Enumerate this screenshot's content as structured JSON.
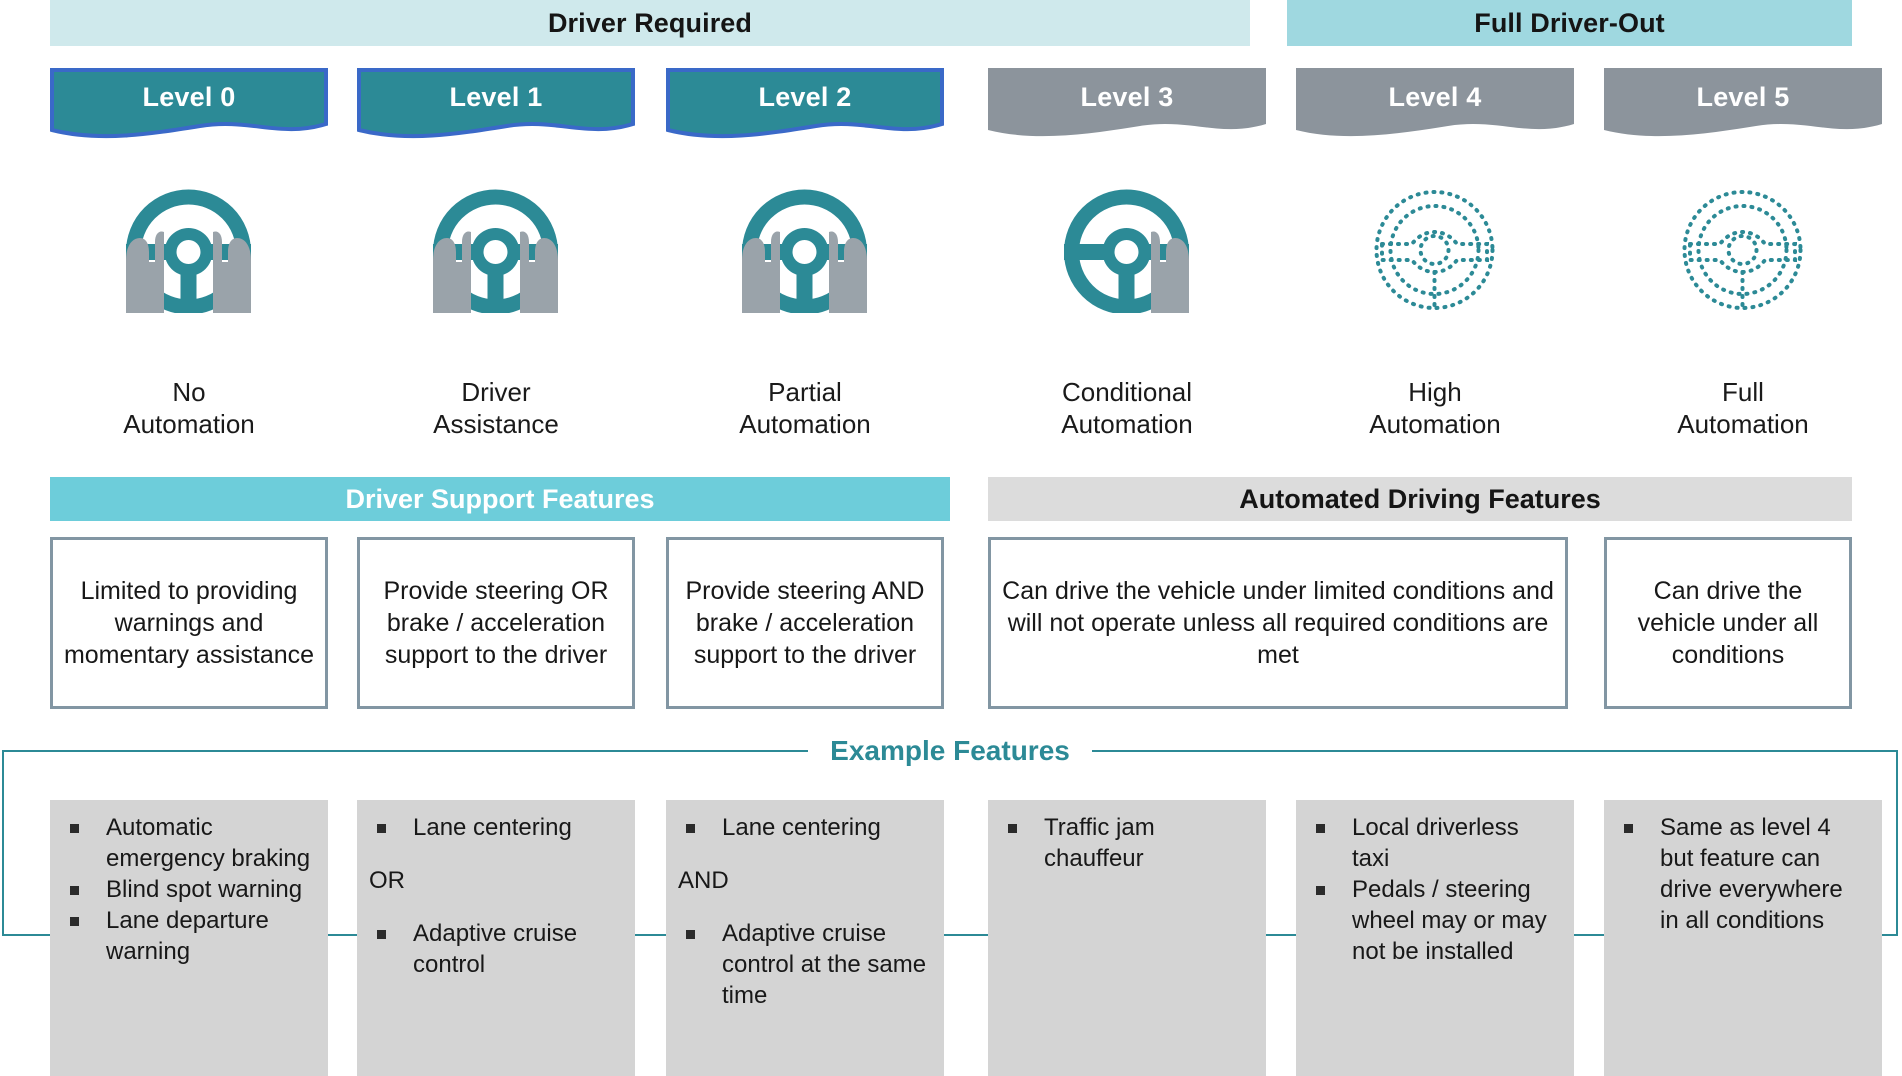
{
  "colors": {
    "teal": "#2c8a96",
    "teal_light": "#6dcdda",
    "banner_driver_required_bg": "#cfe9ec",
    "banner_full_driver_out_bg": "#9fd8e0",
    "gray_level": "#8c949c",
    "gray_box": "#d4d4d4",
    "gray_banner": "#dcdcdc",
    "box_border": "#8296a3",
    "outline_blue": "#3a69c8"
  },
  "group_banners": [
    {
      "label": "Driver Required"
    },
    {
      "label": "Full Driver-Out"
    }
  ],
  "levels": [
    {
      "banner_label": "Level 0",
      "name": "No\nAutomation",
      "name_line1": "No",
      "name_line2": "Automation",
      "icon": "steering-wheel-two-hands-icon",
      "banner_style": "teal-outlined"
    },
    {
      "banner_label": "Level 1",
      "name_line1": "Driver",
      "name_line2": "Assistance",
      "icon": "steering-wheel-two-hands-icon",
      "banner_style": "teal-outlined"
    },
    {
      "banner_label": "Level 2",
      "name_line1": "Partial",
      "name_line2": "Automation",
      "icon": "steering-wheel-two-hands-icon",
      "banner_style": "teal-outlined"
    },
    {
      "banner_label": "Level 3",
      "name_line1": "Conditional",
      "name_line2": "Automation",
      "icon": "steering-wheel-one-hand-icon",
      "banner_style": "gray"
    },
    {
      "banner_label": "Level 4",
      "name_line1": "High",
      "name_line2": "Automation",
      "icon": "steering-wheel-dotted-icon",
      "banner_style": "gray"
    },
    {
      "banner_label": "Level 5",
      "name_line1": "Full",
      "name_line2": "Automation",
      "icon": "steering-wheel-dotted-icon",
      "banner_style": "gray"
    }
  ],
  "feature_banners": [
    {
      "label": "Driver Support Features"
    },
    {
      "label": "Automated Driving Features"
    }
  ],
  "descriptions": [
    {
      "text": "Limited to providing warnings and momentary assistance"
    },
    {
      "text": "Provide steering OR brake / acceleration support to the driver"
    },
    {
      "text": "Provide steering AND brake / acceleration support to the driver"
    },
    {
      "text": "Can drive the vehicle under limited conditions and will not operate unless all required conditions are met"
    },
    {
      "text": "Can drive the vehicle under all conditions"
    }
  ],
  "example_features": {
    "legend_title": "Example Features",
    "columns": [
      {
        "items": [
          {
            "type": "bullet",
            "text": "Automatic emergency braking"
          },
          {
            "type": "bullet",
            "text": "Blind spot warning"
          },
          {
            "type": "bullet",
            "text": "Lane departure warning"
          }
        ]
      },
      {
        "items": [
          {
            "type": "bullet",
            "text": "Lane centering"
          },
          {
            "type": "conjunction",
            "text": "OR"
          },
          {
            "type": "bullet",
            "text": "Adaptive cruise control"
          }
        ]
      },
      {
        "items": [
          {
            "type": "bullet",
            "text": "Lane centering"
          },
          {
            "type": "conjunction",
            "text": "AND"
          },
          {
            "type": "bullet",
            "text": "Adaptive cruise control at the same time"
          }
        ]
      },
      {
        "items": [
          {
            "type": "bullet",
            "text": "Traffic jam chauffeur"
          }
        ]
      },
      {
        "items": [
          {
            "type": "bullet",
            "text": "Local driverless taxi"
          },
          {
            "type": "bullet",
            "text": "Pedals / steering wheel may or may not be installed"
          }
        ]
      },
      {
        "items": [
          {
            "type": "bullet",
            "text": "Same as level 4 but feature can drive everywhere in all conditions"
          }
        ]
      }
    ]
  }
}
